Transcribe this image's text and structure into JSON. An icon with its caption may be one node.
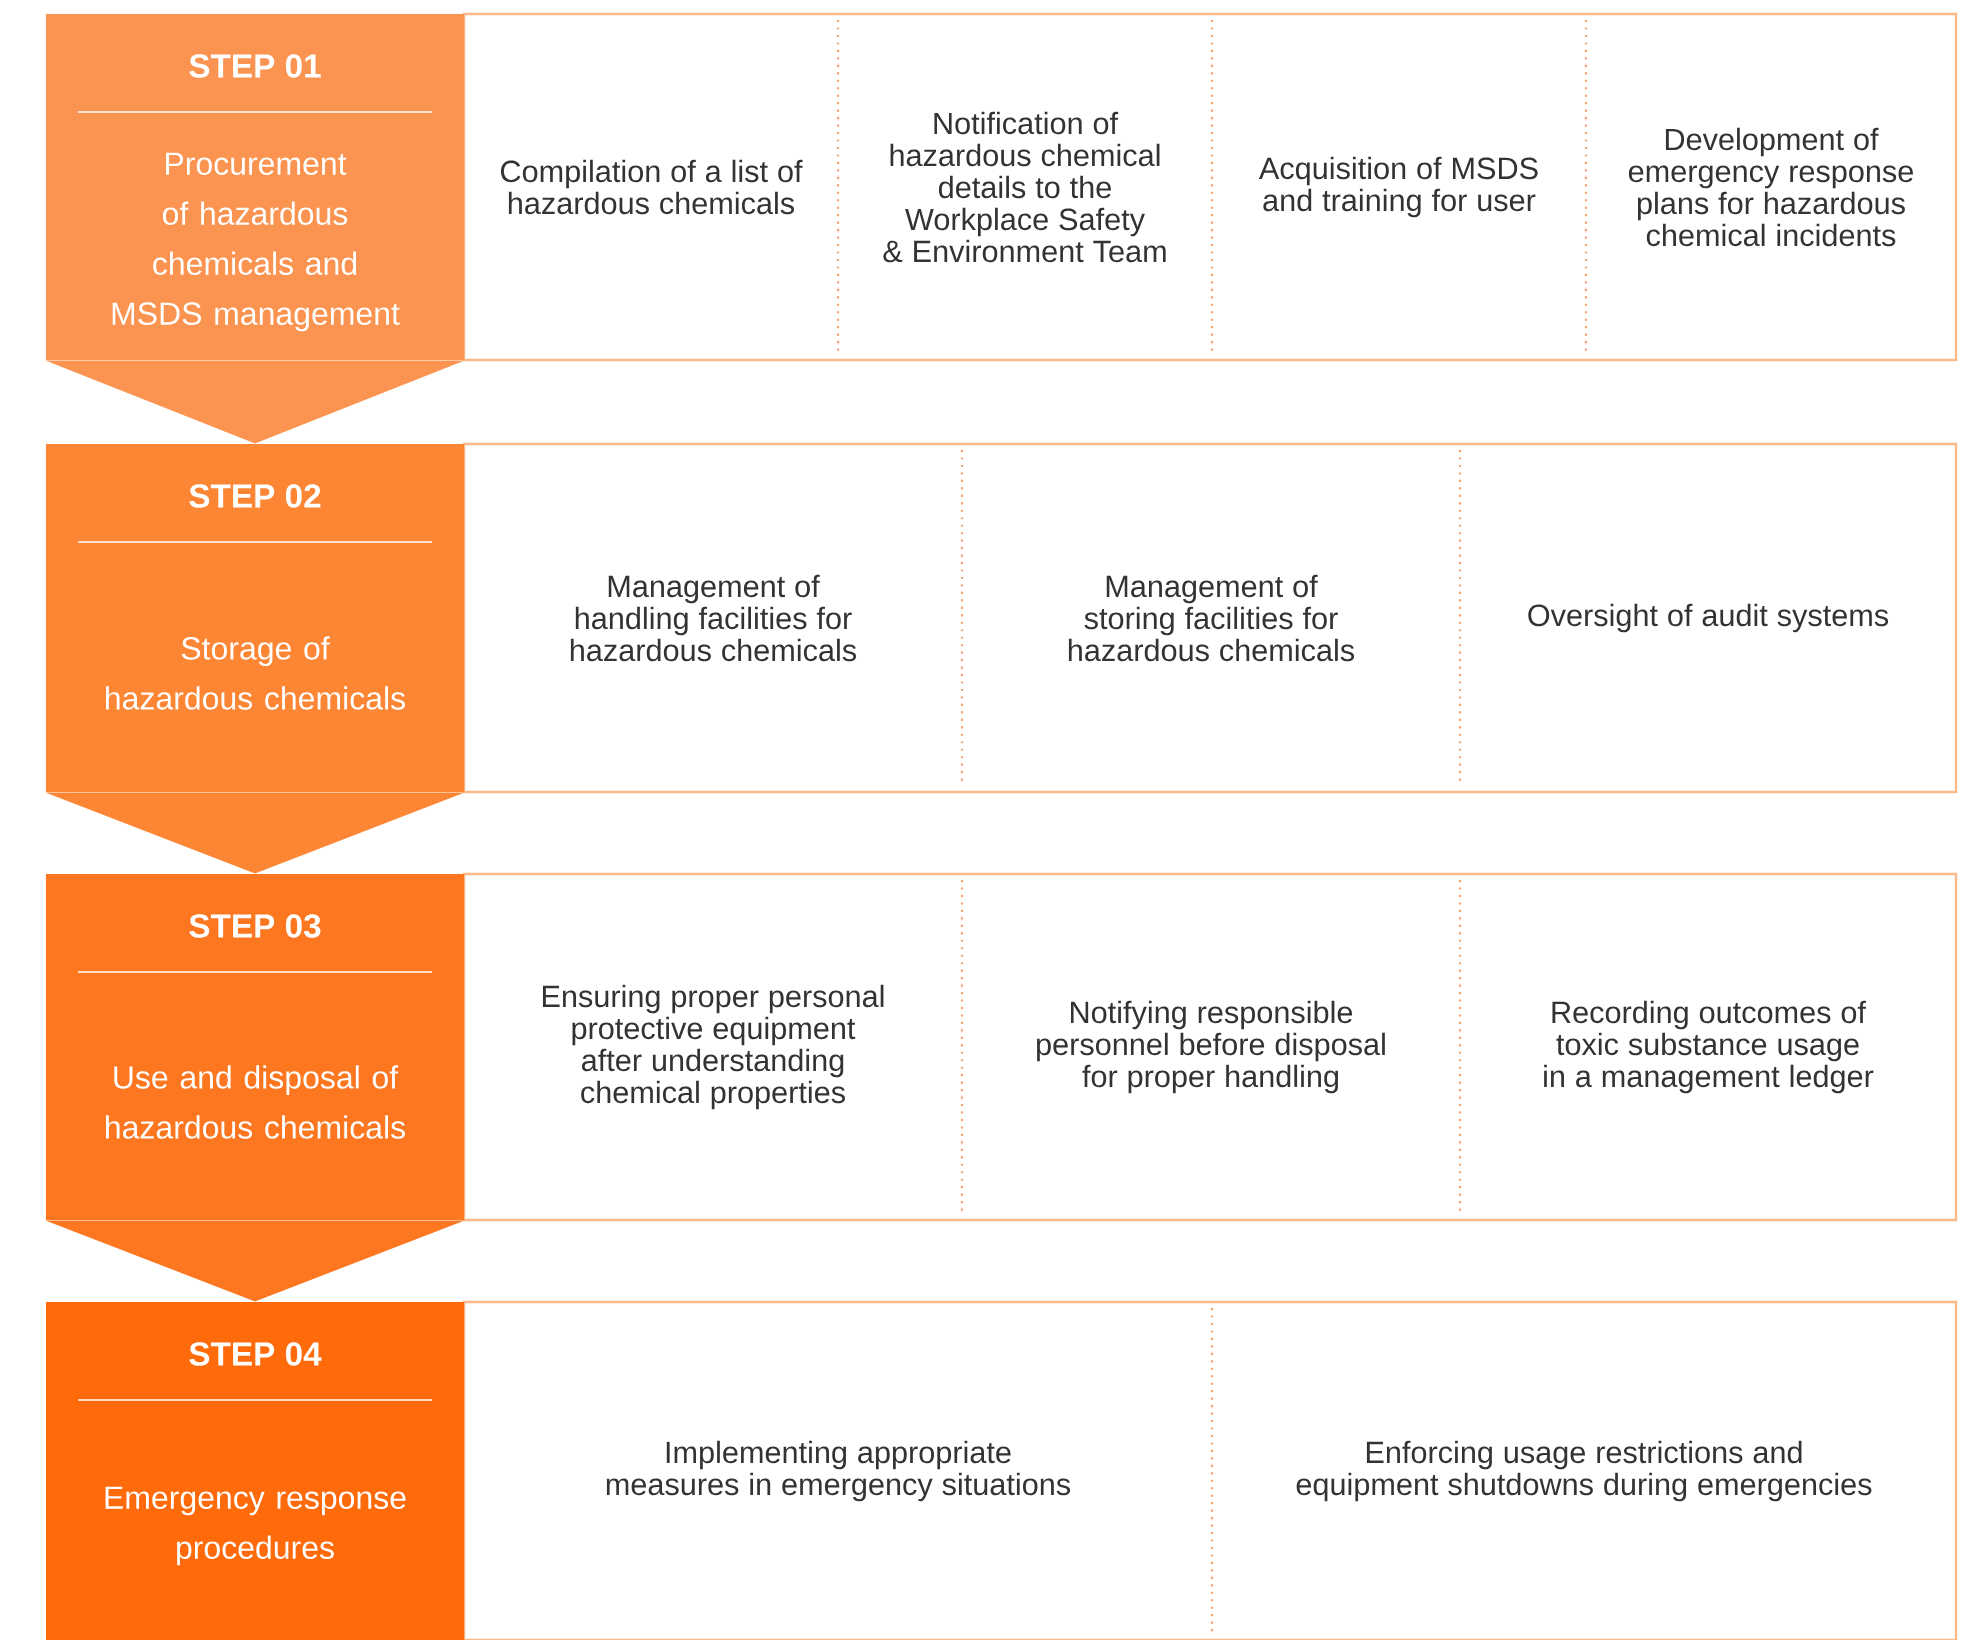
{
  "diagram": {
    "nodes": [
      {
        "text": [
          "STEP 01",
          "Procurement of hazardous chemicals and MSDS management"
        ]
      },
      {
        "text": [
          "Compilation of a list of hazardous chemicals"
        ]
      },
      {
        "text": [
          "Notification of hazardous chemical details to the Workplace Safety & Environment Team"
        ]
      },
      {
        "text": [
          "Acquisition of MSDS and training for user"
        ]
      },
      {
        "text": [
          "Development of emergency response plans for hazardous chemical incidents"
        ]
      },
      {
        "text": [
          "STEP 02",
          "Storage of hazardous chemicals"
        ]
      },
      {
        "text": [
          "Management of handling facilities for hazardous chemicals"
        ]
      },
      {
        "text": [
          "Management of storing facilities for hazardous chemicals"
        ]
      },
      {
        "text": [
          "Oversight of audit systems"
        ]
      },
      {
        "text": [
          "STEP 03",
          "Use and disposal of hazardous chemicals"
        ]
      },
      {
        "text": [
          "Ensuring proper personal protective equipment after understanding chemical properties"
        ]
      },
      {
        "text": [
          "Notifying responsible personnel before disposal for proper handling"
        ]
      },
      {
        "text": [
          "Recording outcomes of toxic substance usage in a management ledger"
        ]
      },
      {
        "text": [
          "STEP 04",
          "Emergency response procedures"
        ]
      },
      {
        "text": [
          "Implementing appropriate measures in emergency situations"
        ]
      },
      {
        "text": [
          "Enforcing usage restrictions and equipment shutdowns during emergencies"
        ]
      }
    ],
    "edges": [
      {
        "from": 0,
        "to": 5,
        "arrow": "to"
      },
      {
        "from": 5,
        "to": 9,
        "arrow": "to"
      },
      {
        "from": 9,
        "to": 13,
        "arrow": "to"
      }
    ]
  }
}
